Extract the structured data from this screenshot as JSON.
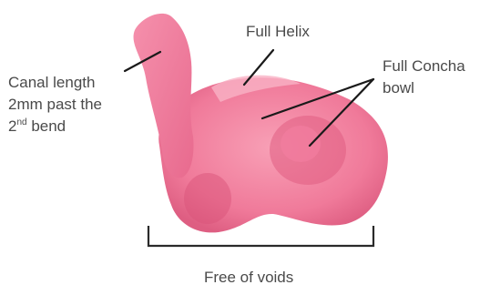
{
  "labels": {
    "canal_line1": "Canal length",
    "canal_line2": "2mm past the",
    "canal_line3_pre": "2",
    "canal_line3_sup": "nd",
    "canal_line3_post": " bend",
    "helix": "Full Helix",
    "concha_line1": "Full Concha",
    "concha_line2": "bowl",
    "voids": "Free of voids"
  },
  "colors": {
    "impression": "#f07a9a",
    "impression_dark": "#d9567a",
    "impression_light": "#f8a7bc",
    "leader": "#1a1a1a",
    "text": "#4a4a4a"
  }
}
